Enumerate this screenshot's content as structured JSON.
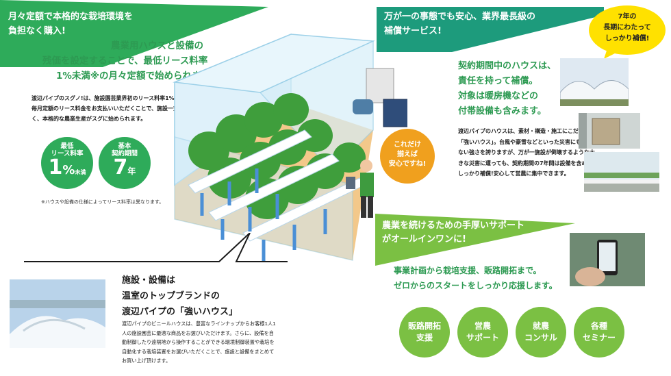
{
  "top_left": {
    "banner_lines": [
      "月々定額で本格的な栽培環境を",
      "負担なく購入!"
    ],
    "lead_lines": [
      "農業用ハウスと設備の",
      "残価を設定することで、最低リース料率",
      "1%未満※の月々定額で始められます。"
    ],
    "body": "渡辺パイプのスグノ!は、施設園芸業界初のリース料率1%未満の残価設定リースです。毎月定額のリース料金をお支払いいただくことで、施設一式に頭金を用意することなく、本格的な農業生産がスグに始められます。",
    "rate_circle": {
      "label_lines": [
        "最低",
        "リース料率"
      ],
      "value": "1",
      "unit": "%",
      "suffix": "未満"
    },
    "term_circle": {
      "label_lines": [
        "基本",
        "契約期間"
      ],
      "value": "7",
      "unit": "年"
    },
    "note": "※ハウスや設備の仕様によってリース料率は異なります。"
  },
  "illustration": {
    "bubble_lines": [
      "これだけ",
      "揃えば",
      "安心ですね!"
    ]
  },
  "top_right": {
    "banner_lines": [
      "万が一の事態でも安心、業界最長級の",
      "補償サービス!"
    ],
    "bubble_lines": [
      "7年の",
      "長期にわたって",
      "しっかり補償!"
    ],
    "lead_lines": [
      "契約期間中のハウスは、",
      "責任を持って補償。",
      "対象は暖房機などの",
      "付帯設備も含みます。"
    ],
    "body": "渡辺パイプのハウスは、素材・構造・施工にこだわった「強いハウス」。台風や豪雪などといった災害にも負けない強さを誇りますが、万が一施設が倒壊するような大きな災害に遭っても、契約期間の7年間は設備を含めてしっかり補償!安心して営農に集中できます。"
  },
  "bottom_right": {
    "banner_lines": [
      "農業を続けるための手厚いサポート",
      "がオールインワンに!"
    ],
    "lead_lines": [
      "事業計画から栽培支援、販路開拓まで。",
      "ゼロからのスタートをしっかり応援します。"
    ],
    "services": [
      {
        "lines": [
          "販路開拓",
          "支援"
        ]
      },
      {
        "lines": [
          "営農",
          "サポート"
        ]
      },
      {
        "lines": [
          "就農",
          "コンサル"
        ]
      },
      {
        "lines": [
          "各種",
          "セミナー"
        ]
      }
    ]
  },
  "bottom_left": {
    "heading_lines": [
      "施設・設備は",
      "温室のトップブランドの",
      "渡辺パイプの「強いハウス」"
    ],
    "body": "渡辺パイプのビニールハウスは、豊富なラインナップからお客様1人1人の施設園芸に最適な商品をお選びいただけます。さらに、設備を自動制御したり遠隔地から操作することができる環境制御装置や栽培を自動化する栽培装置をお選びいただくことで、施設と設備をまとめてお買い上げ頂けます。"
  },
  "colors": {
    "green_dark": "#2eab5a",
    "teal": "#1d9b7c",
    "lime": "#7bc043",
    "orange": "#f0a01e",
    "yellow": "#ffe100"
  }
}
